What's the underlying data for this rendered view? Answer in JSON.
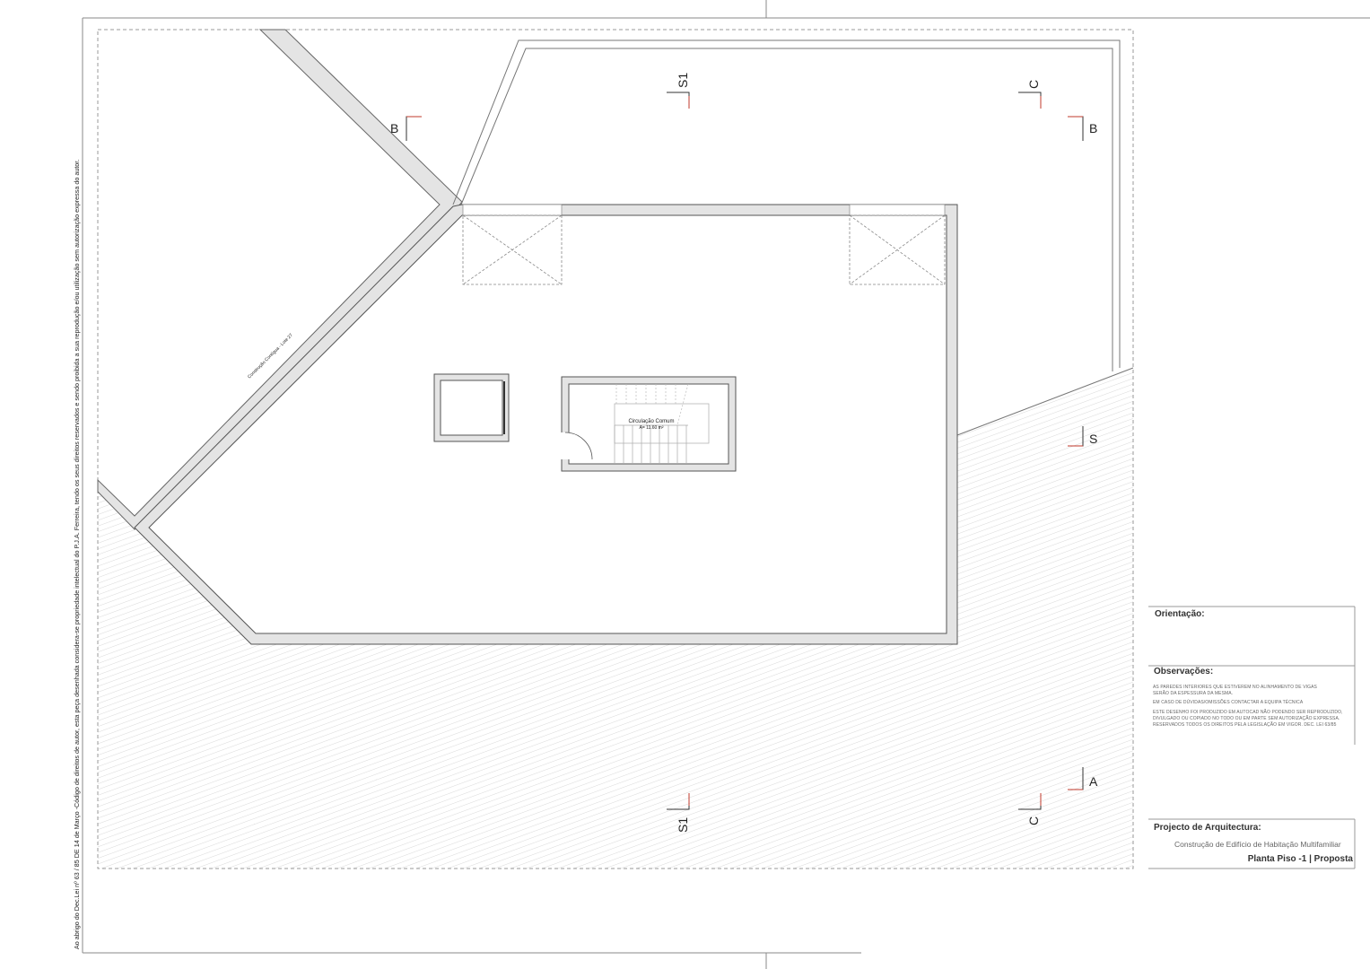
{
  "copyright_notice": "Ao abrigo do Dec.Lei nº 63 / 85 DE 14 de Março -Código de direitos de autor, esta peça desenhada considera-se propriedade intelectual do P.J.A. Ferreira, tendo os seus direitos reservados e sendo proibida a sua reprodução e/ou utilização sem autorização expressa do autor.",
  "plan": {
    "neighbor_label": "Construção Contígua - Lote 27",
    "room_label": "Circulação Comum",
    "room_area": "A= 11.60 m²",
    "section_marks": [
      "B",
      "B",
      "S1",
      "S1",
      "C",
      "C",
      "S",
      "A"
    ]
  },
  "title_block": {
    "orientation_label": "Orientação:",
    "observations_label": "Observações:",
    "observations": [
      "AS PAREDES INTERIORES QUE ESTIVEREM NO ALINHAMENTO DE VIGAS",
      "SERÃO DA ESPESSURA DA MESMA.",
      "EM CASO DE DÚVIDAS/OMISSÕES CONTACTAR A EQUIPA TÉCNICA",
      "ESTE DESENHO FOI PRODUZIDO EM AUTOCAD NÃO PODENDO SER REPRODUZIDO,",
      "DIVULGADO OU COPIADO NO TODO OU EM PARTE SEM AUTORIZAÇÃO EXPRESSA.",
      "RESERVADOS TODOS OS DIREITOS PELA LEGISLAÇÃO EM VIGOR. DEC. LEI 63/85"
    ],
    "project_label": "Projecto de Arquitectura:",
    "project_name": "Construção de Edifício de Habitação Multifamiliar",
    "sheet_title": "Planta Piso -1 | Proposta"
  },
  "colors": {
    "wall_fill": "#e4e4e4",
    "line": "#555555",
    "section_red": "#c0392b"
  }
}
